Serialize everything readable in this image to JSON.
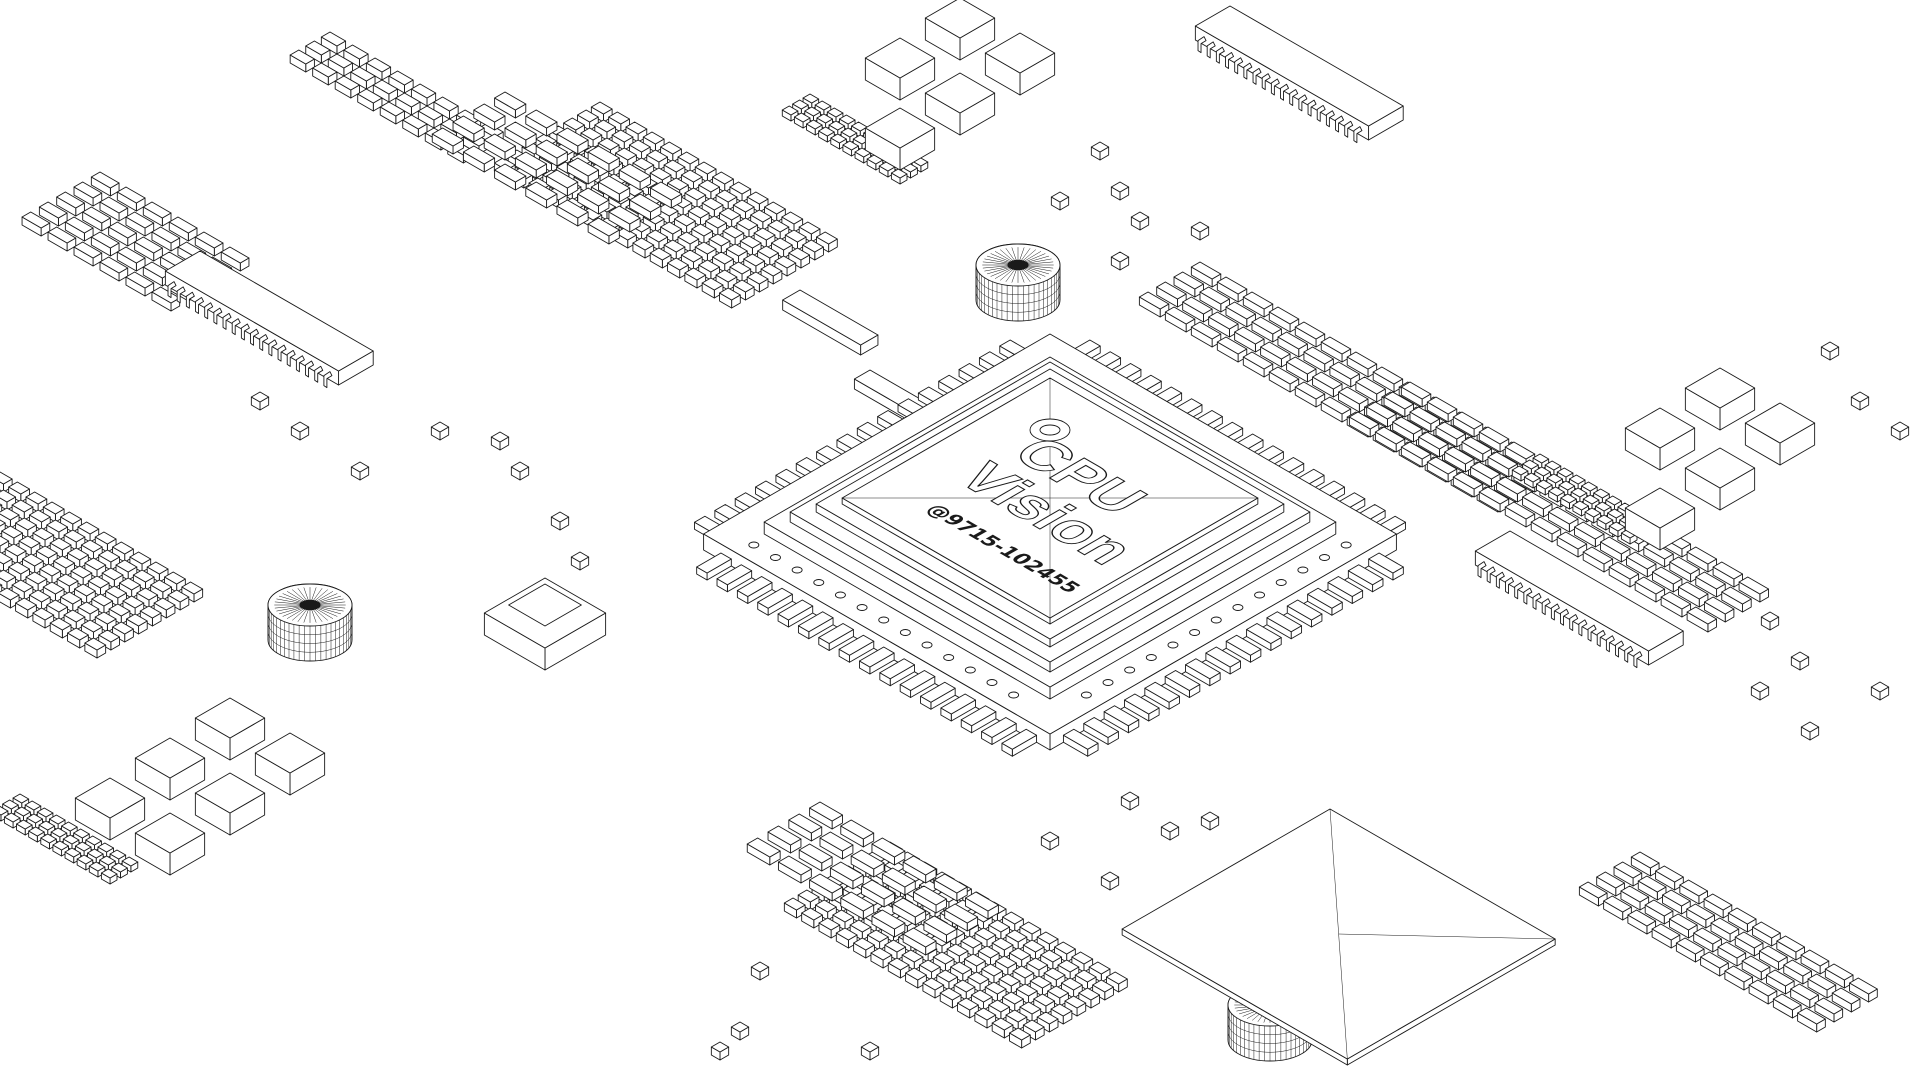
{
  "chip": {
    "brand_line1": "CPU",
    "brand_line2": "Vision",
    "serial": "@9715-102455"
  },
  "colors": {
    "line": "#1a1a1a",
    "background": "#ffffff"
  }
}
